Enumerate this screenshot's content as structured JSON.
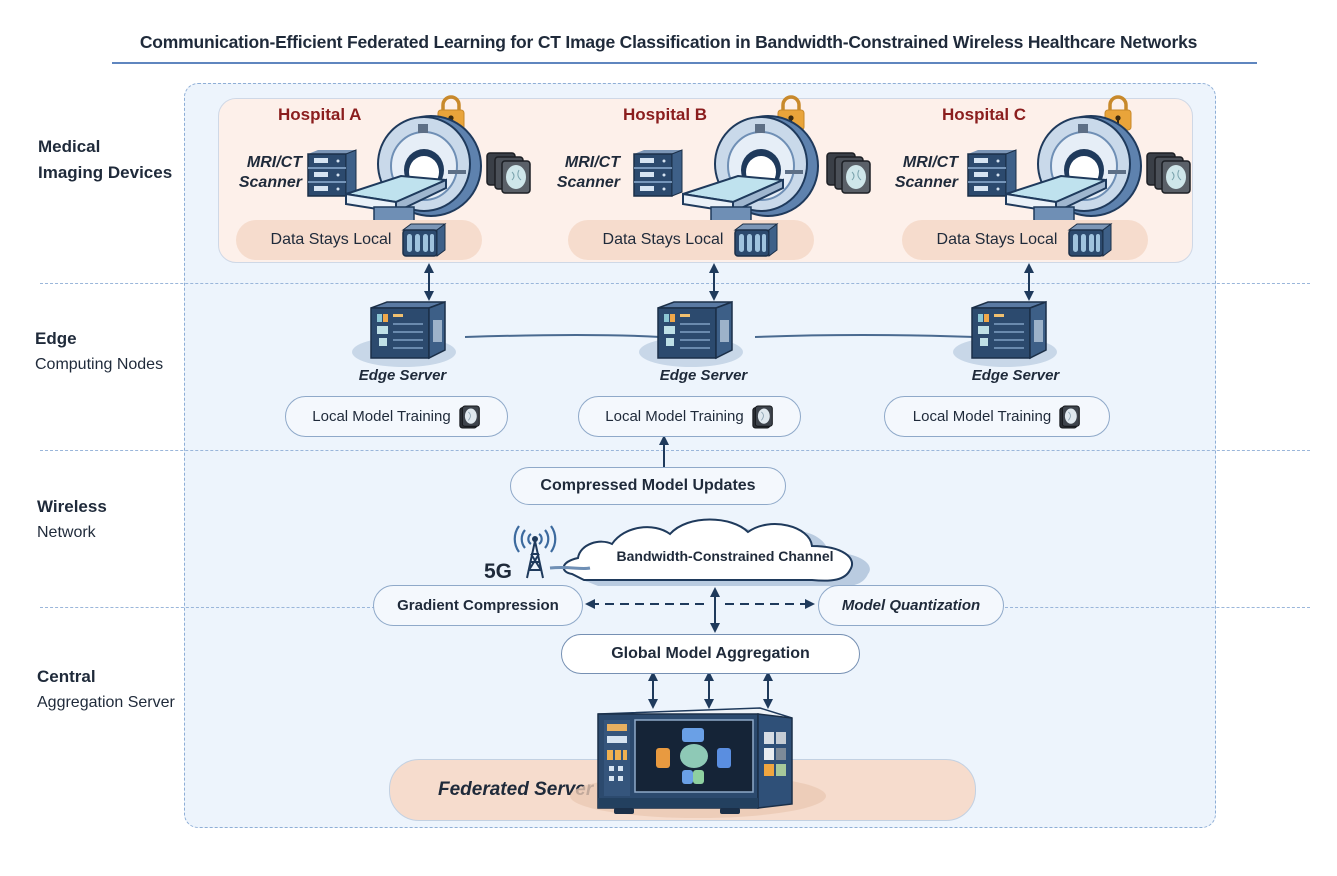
{
  "title": "Communication-Efficient Federated Learning for CT Image Classification in Bandwidth-Constrained Wireless Healthcare Networks",
  "colors": {
    "accent": "#5f86bf",
    "hospital_name": "#8b1e1e",
    "device_dark": "#2c4a6e",
    "canvas_bg": "#edf4fc",
    "peach": "#f6dccd",
    "lock": "#e9a43a"
  },
  "layers": [
    {
      "line1": "Medical",
      "line2": "Imaging Devices"
    },
    {
      "line1": "Edge",
      "line2": "Computing Nodes"
    },
    {
      "line1": "Wireless",
      "line2": "Network"
    },
    {
      "line1": "Central",
      "line2": "Aggregation Server"
    }
  ],
  "hospitals": [
    {
      "name": "Hospital A",
      "scanner_line1": "MRI/CT",
      "scanner_line2": "Scanner",
      "data_label": "Data Stays Local",
      "icons": [
        "lock-icon",
        "mri-scanner-icon",
        "server-rack-icon",
        "ct-image-stack-icon",
        "data-storage-icon"
      ]
    },
    {
      "name": "Hospital B",
      "scanner_line1": "MRI/CT",
      "scanner_line2": "Scanner",
      "data_label": "Data Stays Local",
      "icons": [
        "lock-icon",
        "mri-scanner-icon",
        "server-rack-icon",
        "ct-image-stack-icon",
        "data-storage-icon"
      ]
    },
    {
      "name": "Hospital C",
      "scanner_line1": "MRI/CT",
      "scanner_line2": "Scanner",
      "data_label": "Data Stays Local",
      "icons": [
        "lock-icon",
        "mri-scanner-icon",
        "server-rack-icon",
        "ct-image-stack-icon",
        "data-storage-icon"
      ]
    }
  ],
  "edge_nodes": [
    {
      "label": "Edge Server",
      "training_label": "Local Model Training"
    },
    {
      "label": "Edge Server",
      "training_label": "Local Model Training"
    },
    {
      "label": "Edge Server",
      "training_label": "Local Model Training"
    }
  ],
  "wireless": {
    "updates_label": "Compressed Model Updates",
    "network_badge": "5G",
    "channel_label": "Bandwidth-Constrained Channel",
    "left_technique": "Gradient Compression",
    "right_technique": "Model Quantization"
  },
  "central": {
    "aggregation_label": "Global Model Aggregation",
    "server_label": "Federated Server"
  }
}
